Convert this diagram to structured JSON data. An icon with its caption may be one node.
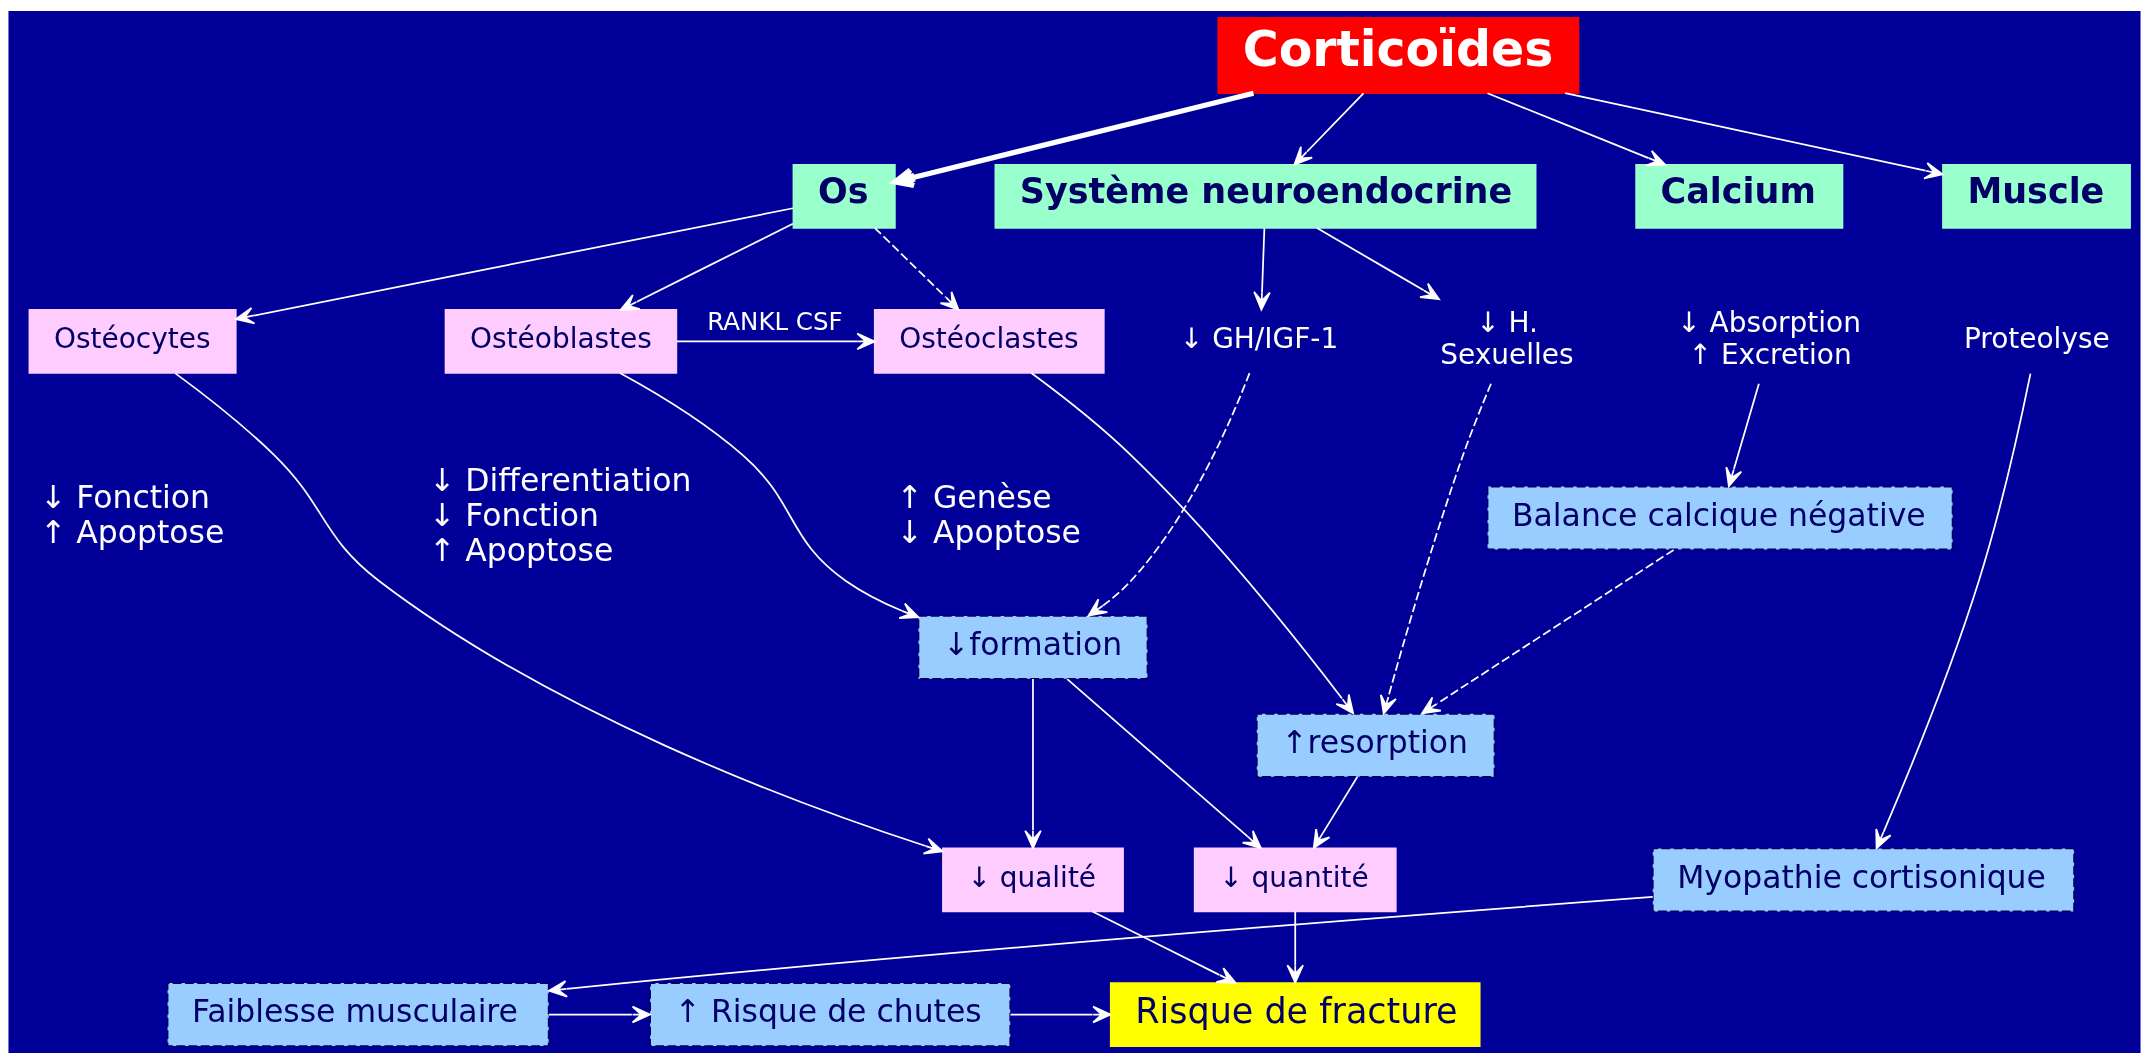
{
  "diagram": {
    "nodes": [
      {
        "text": [
          "Corticoïdes"
        ]
      },
      {
        "text": [
          "Os"
        ]
      },
      {
        "text": [
          "Système neuroendocrine"
        ]
      },
      {
        "text": [
          "Calcium"
        ]
      },
      {
        "text": [
          "Muscle"
        ]
      },
      {
        "text": [
          "Ostéocytes"
        ],
        "beside": [
          "↓ Fonction",
          "↑ Apoptose"
        ]
      },
      {
        "text": [
          "Ostéoblastes"
        ],
        "beside": [
          "↓ Differentiation",
          "↓ Fonction",
          "↑ Apoptose"
        ]
      },
      {
        "text": [
          "Ostéoclastes"
        ],
        "beside": [
          "↑ Genèse",
          "↓ Apoptose"
        ]
      },
      {
        "text": [
          "↓ GH/IGF-1"
        ]
      },
      {
        "text": [
          "↓ H.",
          "Sexuelles"
        ]
      },
      {
        "text": [
          "↓ Absorption",
          "↑ Excretion"
        ]
      },
      {
        "text": [
          "Proteolyse"
        ]
      },
      {
        "text": [
          "↓formation"
        ]
      },
      {
        "text": [
          "↑resorption"
        ]
      },
      {
        "text": [
          "Balance calcique négative"
        ]
      },
      {
        "text": [
          "Myopathie cortisonique"
        ]
      },
      {
        "text": [
          "↓ qualité"
        ]
      },
      {
        "text": [
          "↓ quantité"
        ]
      },
      {
        "text": [
          "Risque de fracture"
        ]
      },
      {
        "text": [
          "↑ Risque de chutes"
        ]
      },
      {
        "text": [
          "Faiblesse musculaire"
        ]
      }
    ],
    "edges": [
      {
        "from": 0,
        "to": 1,
        "arrow": "to",
        "style": "thick"
      },
      {
        "from": 0,
        "to": 2,
        "arrow": "to"
      },
      {
        "from": 0,
        "to": 3,
        "arrow": "to"
      },
      {
        "from": 0,
        "to": 4,
        "arrow": "to"
      },
      {
        "from": 1,
        "to": 5,
        "arrow": "to"
      },
      {
        "from": 1,
        "to": 6,
        "arrow": "to"
      },
      {
        "from": 1,
        "to": 7,
        "arrow": "to",
        "style": "dashed"
      },
      {
        "from": 6,
        "to": 7,
        "arrow": "to",
        "label": "RANKL CSF"
      },
      {
        "from": 2,
        "to": 8,
        "arrow": "to"
      },
      {
        "from": 2,
        "to": 9,
        "arrow": "to"
      },
      {
        "from": 5,
        "to": 16,
        "arrow": "to"
      },
      {
        "from": 6,
        "to": 12,
        "arrow": "to"
      },
      {
        "from": 7,
        "to": 13,
        "arrow": "to"
      },
      {
        "from": 8,
        "to": 12,
        "arrow": "to",
        "style": "dashed"
      },
      {
        "from": 9,
        "to": 13,
        "arrow": "to",
        "style": "dashed"
      },
      {
        "from": 10,
        "to": 14,
        "arrow": "to"
      },
      {
        "from": 14,
        "to": 13,
        "arrow": "to",
        "style": "dashed"
      },
      {
        "from": 11,
        "to": 15,
        "arrow": "to"
      },
      {
        "from": 12,
        "to": 16,
        "arrow": "to"
      },
      {
        "from": 12,
        "to": 17,
        "arrow": "to"
      },
      {
        "from": 13,
        "to": 17,
        "arrow": "to"
      },
      {
        "from": 16,
        "to": 18,
        "arrow": "to"
      },
      {
        "from": 17,
        "to": 18,
        "arrow": "to"
      },
      {
        "from": 15,
        "to": 20,
        "arrow": "to"
      },
      {
        "from": 20,
        "to": 19,
        "arrow": "to"
      },
      {
        "from": 19,
        "to": 18,
        "arrow": "to"
      }
    ]
  }
}
